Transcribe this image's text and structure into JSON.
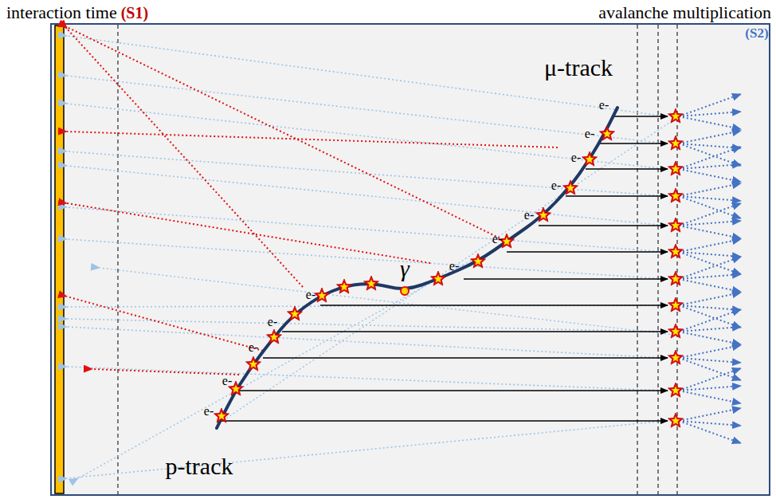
{
  "diagram": {
    "labels": [
      "interaction time",
      "(S1)",
      "avalanche multiplication",
      "(S2)",
      "μ-track",
      "γ",
      "p-track",
      "e-",
      "e-",
      "e-",
      "e-",
      "e-",
      "e-",
      "e-",
      "e-",
      "e-",
      "e-",
      "e-",
      "e-"
    ]
  }
}
